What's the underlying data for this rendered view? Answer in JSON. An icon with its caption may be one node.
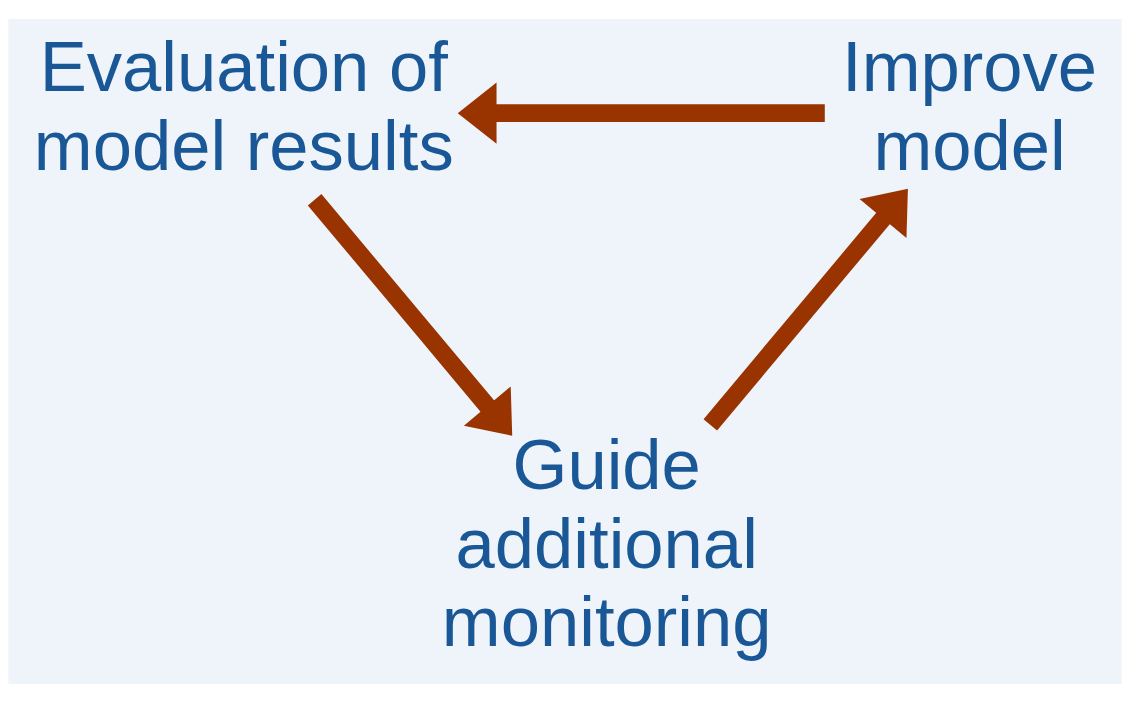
{
  "diagram": {
    "nodes": [
      {
        "text": [
          "Evaluation of model results"
        ]
      },
      {
        "text": [
          "Improve model"
        ]
      },
      {
        "text": [
          "Guide additional monitoring"
        ]
      }
    ],
    "edges": [
      {
        "from": 1,
        "to": 0,
        "arrow": "to"
      },
      {
        "from": 0,
        "to": 2,
        "arrow": "to"
      },
      {
        "from": 2,
        "to": 1,
        "arrow": "to"
      }
    ]
  }
}
